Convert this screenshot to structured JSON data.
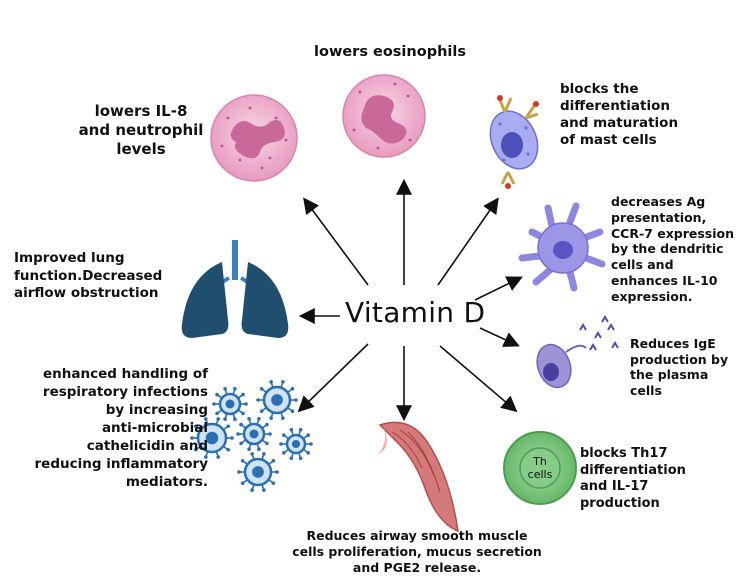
{
  "center": "Vitamin D",
  "labels": {
    "eosinophils": "lowers eosinophils",
    "neutrophil": "lowers IL-8\nand neutrophil\nlevels",
    "mast": "blocks the\ndifferentiation\nand maturation\nof mast cells",
    "dendritic": "decreases Ag\npresentation,\nCCR-7 expression\nby the dendritic\ncells and\nenhances IL-10\nexpression.",
    "lung": "Improved lung\nfunction.Decreased\nairflow obstruction",
    "plasma": "Reduces IgE\nproduction by\nthe plasma\ncells",
    "infections": "enhanced handling of\nrespiratory infections\nby increasing\nanti-microbial\ncathelicidin and\nreducing inflammatory\nmediators.",
    "th17": "blocks Th17\ndifferentiation\nand IL-17\nproduction",
    "smooth_muscle": "Reduces airway smooth muscle\ncells proliferation, mucus secretion\nand PGE2 release.",
    "th_cell": "Th\ncells"
  },
  "colors": {
    "lung": "#1f4e6e",
    "trachea": "#3a7fc0",
    "virus": "#2b6fb3",
    "th_cell": "#7cc47f",
    "neutrophil": "#e9a9c8",
    "mast": "#6b6fd0",
    "dendritic": "#8e87e0",
    "muscle": "#c85b5b"
  }
}
